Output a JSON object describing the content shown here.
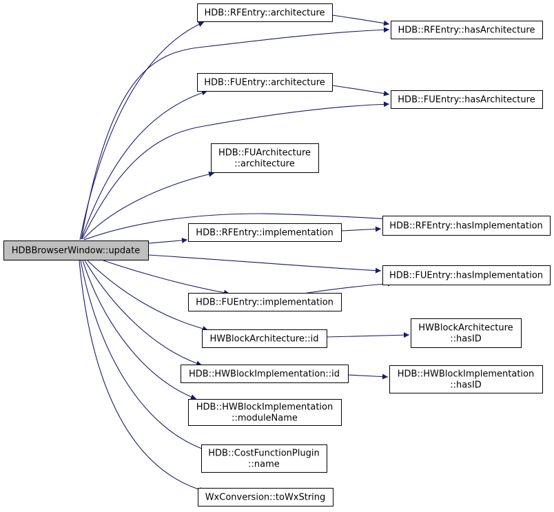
{
  "graph": {
    "root": "HDBBrowserWindow::update",
    "nodes": [
      {
        "id": "root",
        "lines": [
          "HDBBrowserWindow::update"
        ]
      },
      {
        "id": "rf-arch",
        "lines": [
          "HDB::RFEntry::architecture"
        ]
      },
      {
        "id": "rf-hasarch",
        "lines": [
          "HDB::RFEntry::hasArchitecture"
        ]
      },
      {
        "id": "fu-arch",
        "lines": [
          "HDB::FUEntry::architecture"
        ]
      },
      {
        "id": "fu-hasarch",
        "lines": [
          "HDB::FUEntry::hasArchitecture"
        ]
      },
      {
        "id": "fuarch-arch",
        "lines": [
          "HDB::FUArchitecture",
          "::architecture"
        ]
      },
      {
        "id": "rf-impl",
        "lines": [
          "HDB::RFEntry::implementation"
        ]
      },
      {
        "id": "rf-hasimpl",
        "lines": [
          "HDB::RFEntry::hasImplementation"
        ]
      },
      {
        "id": "fu-hasimpl",
        "lines": [
          "HDB::FUEntry::hasImplementation"
        ]
      },
      {
        "id": "fu-impl",
        "lines": [
          "HDB::FUEntry::implementation"
        ]
      },
      {
        "id": "hwba-id",
        "lines": [
          "HWBlockArchitecture::id"
        ]
      },
      {
        "id": "hwba-hasid",
        "lines": [
          "HWBlockArchitecture",
          "::hasID"
        ]
      },
      {
        "id": "hwbi-id",
        "lines": [
          "HDB::HWBlockImplementation::id"
        ]
      },
      {
        "id": "hwbi-hasid",
        "lines": [
          "HDB::HWBlockImplementation",
          "::hasID"
        ]
      },
      {
        "id": "hwbi-module",
        "lines": [
          "HDB::HWBlockImplementation",
          "::moduleName"
        ]
      },
      {
        "id": "costfn-name",
        "lines": [
          "HDB::CostFunctionPlugin",
          "::name"
        ]
      },
      {
        "id": "wx-towx",
        "lines": [
          "WxConversion::toWxString"
        ]
      }
    ],
    "edges": [
      {
        "from": "root",
        "to": "rf-arch"
      },
      {
        "from": "root",
        "to": "rf-hasarch"
      },
      {
        "from": "root",
        "to": "fu-arch"
      },
      {
        "from": "root",
        "to": "fu-hasarch"
      },
      {
        "from": "root",
        "to": "fuarch-arch"
      },
      {
        "from": "root",
        "to": "rf-hasimpl"
      },
      {
        "from": "root",
        "to": "rf-impl"
      },
      {
        "from": "root",
        "to": "fu-hasimpl"
      },
      {
        "from": "root",
        "to": "fu-impl"
      },
      {
        "from": "root",
        "to": "hwba-id"
      },
      {
        "from": "root",
        "to": "hwbi-id"
      },
      {
        "from": "root",
        "to": "hwbi-module"
      },
      {
        "from": "root",
        "to": "costfn-name"
      },
      {
        "from": "root",
        "to": "wx-towx"
      },
      {
        "from": "rf-arch",
        "to": "rf-hasarch"
      },
      {
        "from": "fu-arch",
        "to": "fu-hasarch"
      },
      {
        "from": "rf-impl",
        "to": "rf-hasimpl"
      },
      {
        "from": "fu-impl",
        "to": "fu-hasimpl"
      },
      {
        "from": "hwba-id",
        "to": "hwba-hasid"
      },
      {
        "from": "hwbi-id",
        "to": "hwbi-hasid"
      }
    ]
  }
}
